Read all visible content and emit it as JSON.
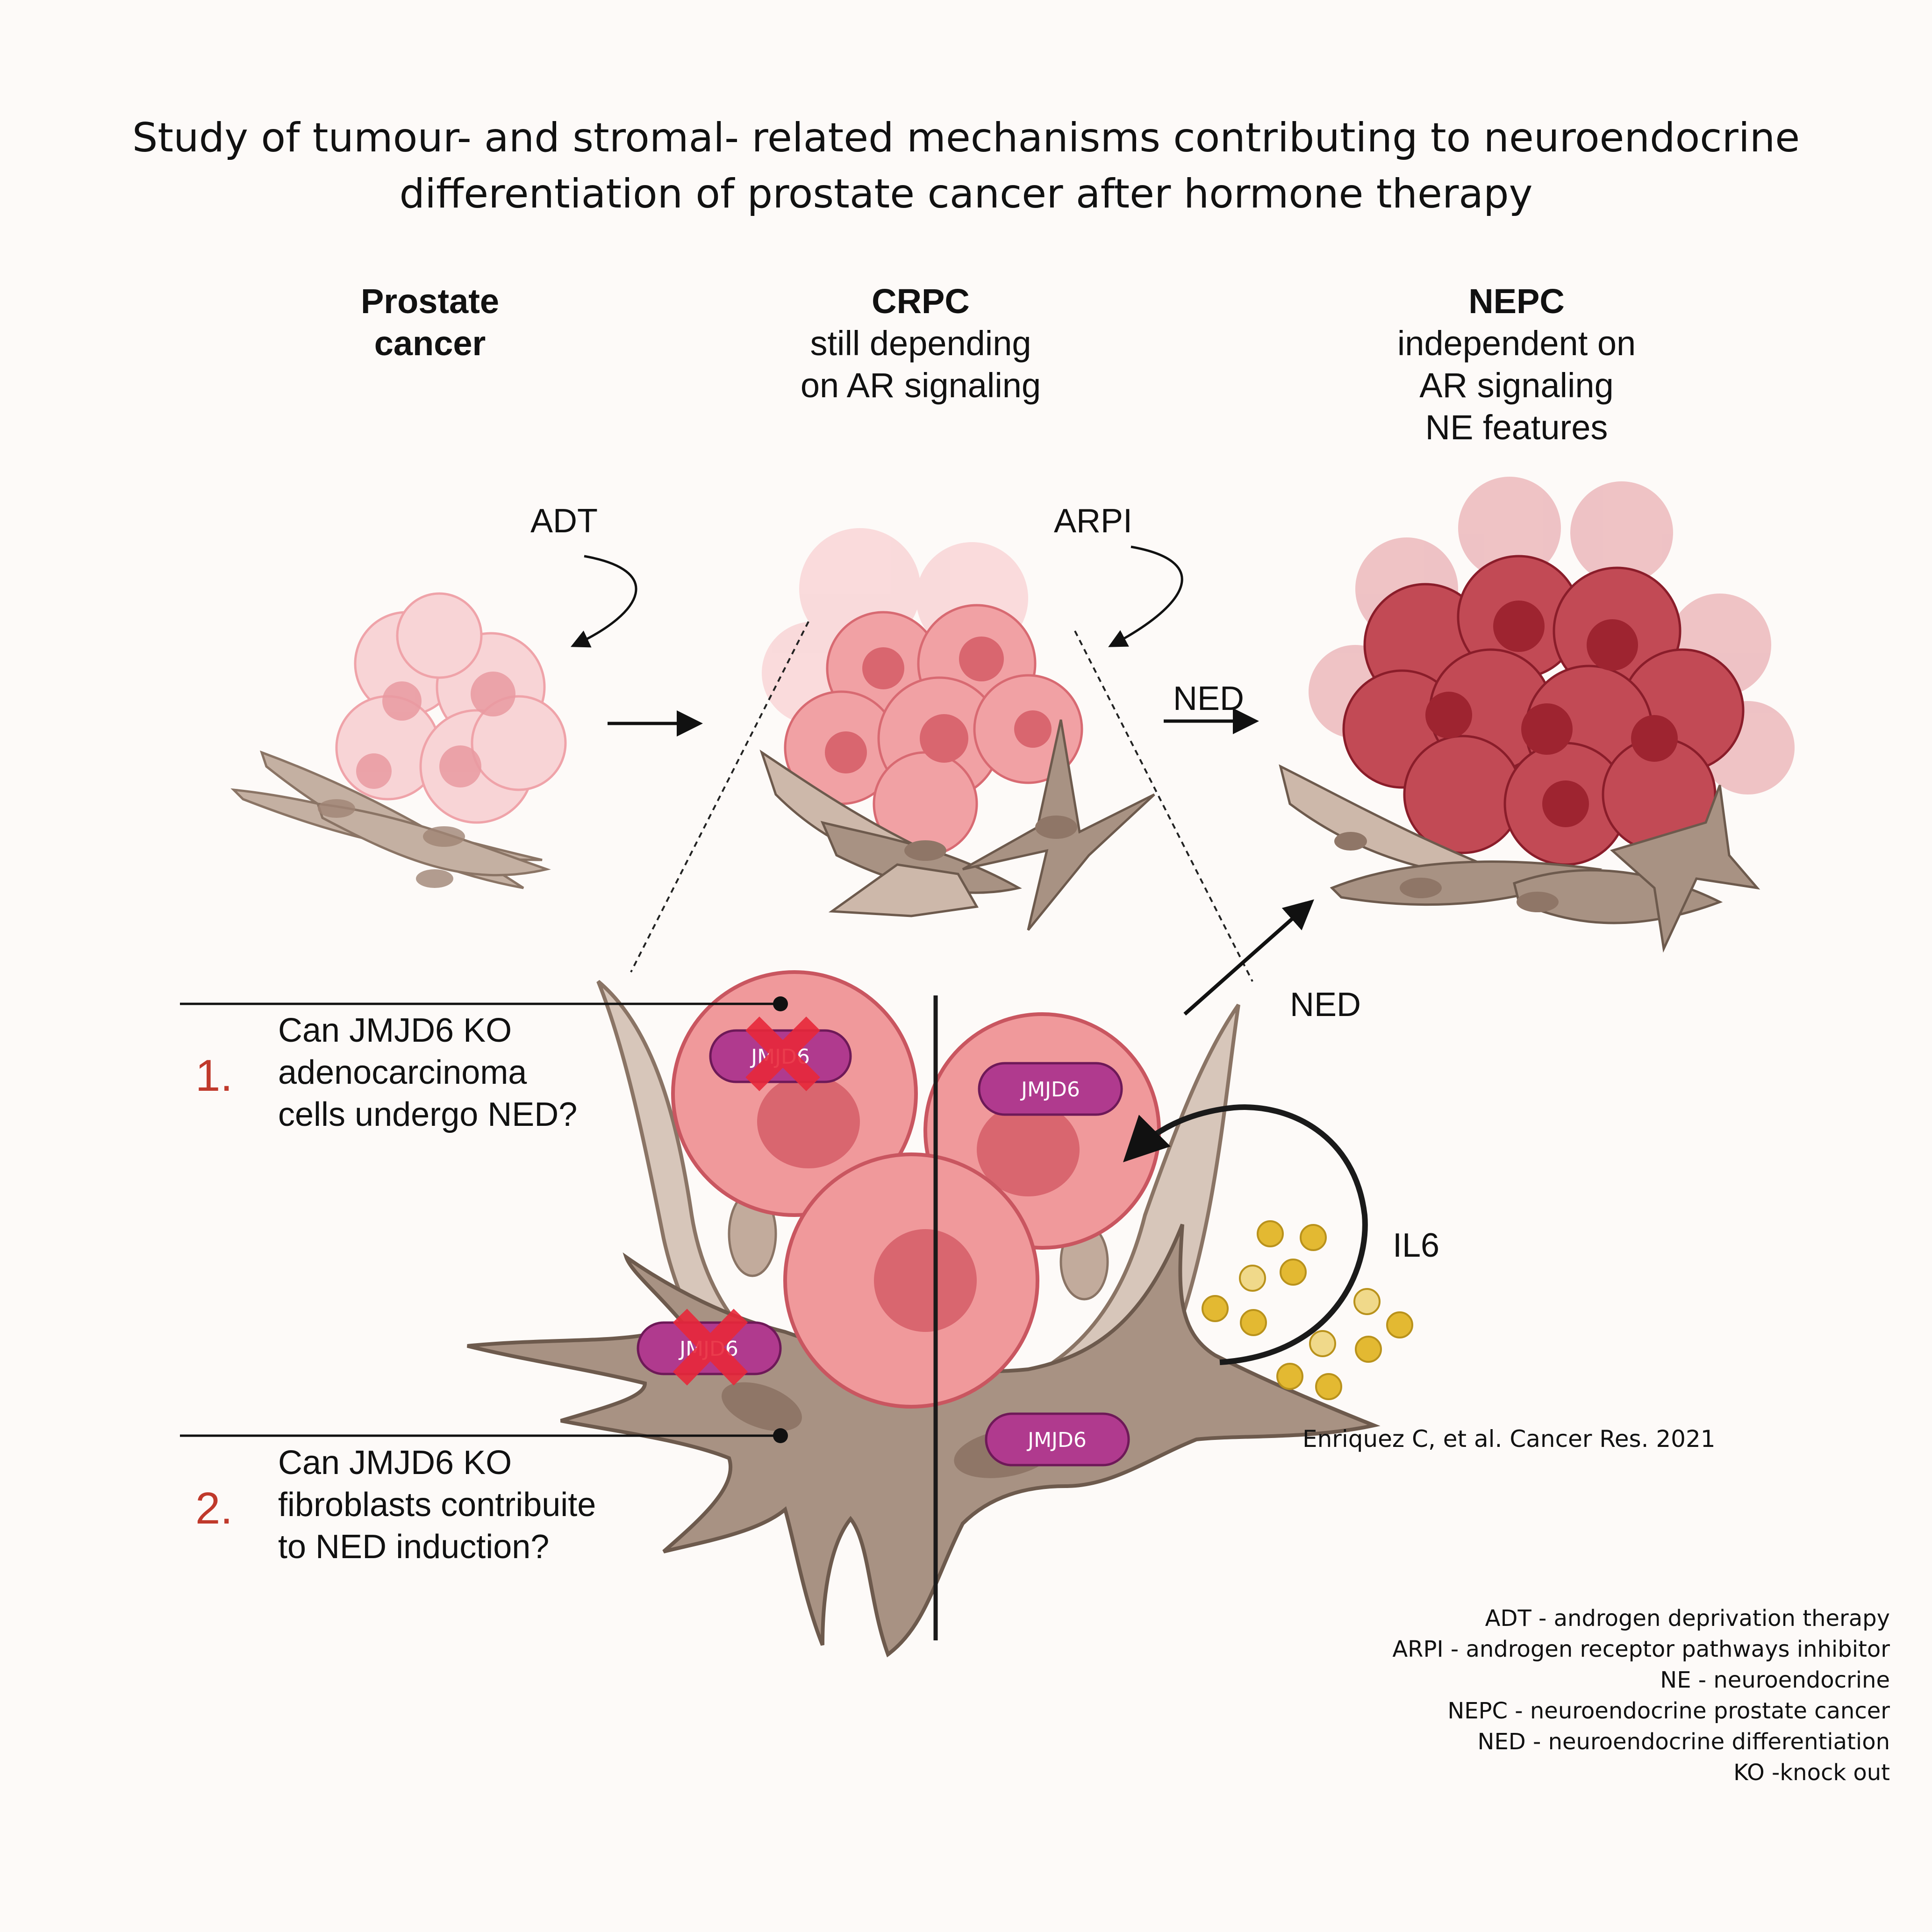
{
  "title": {
    "line1": "Study of tumour- and stromal- related mechanisms contributing to neuroendocrine",
    "line2": "differentiation of prostate cancer after hormone therapy"
  },
  "stages": {
    "pc": {
      "name_line1": "Prostate",
      "name_line2": "cancer"
    },
    "crpc": {
      "name": "CRPC",
      "desc_line1": "still depending",
      "desc_line2": "on AR signaling"
    },
    "nepc": {
      "name": "NEPC",
      "desc_line1": "independent on",
      "desc_line2": "AR signaling",
      "desc_line3": "NE features"
    }
  },
  "arrows": {
    "adt": "ADT",
    "arpi": "ARPI",
    "ned_top": "NED",
    "ned_right": "NED",
    "il6": "IL6"
  },
  "pills": {
    "tumour_ko": "JMJD6",
    "tumour_wt": "JMJD6",
    "fibro_ko": "JMJD6",
    "fibro_wt": "JMJD6"
  },
  "questions": [
    {
      "number": "1.",
      "line1": "Can JMJD6 KO",
      "line2": "adenocarcinoma",
      "line3": "cells undergo NED?"
    },
    {
      "number": "2.",
      "line1": "Can JMJD6 KO",
      "line2": "fibroblasts contribuite",
      "line3": "to NED induction?"
    }
  ],
  "reference": "Enriquez C, et al. Cancer Res. 2021",
  "glossary": [
    "ADT - androgen deprivation therapy",
    "ARPI - androgen receptor pathways inhibitor",
    "NE - neuroendocrine",
    "NEPC - neuroendocrine prostate cancer",
    "NED - neuroendocrine differentiation",
    "KO -knock out"
  ],
  "colors": {
    "tumour_light": "#f6c3c6",
    "tumour_mid": "#ee8f8f",
    "tumour_dark": "#a8323d",
    "fibroblast": "#a89283",
    "fibroblast_light": "#d7c6ba",
    "jmjd6_pill": "#b03a8e",
    "ko_cross": "#e8283a",
    "il6": "#e3b932",
    "question_number": "#c0392b"
  }
}
